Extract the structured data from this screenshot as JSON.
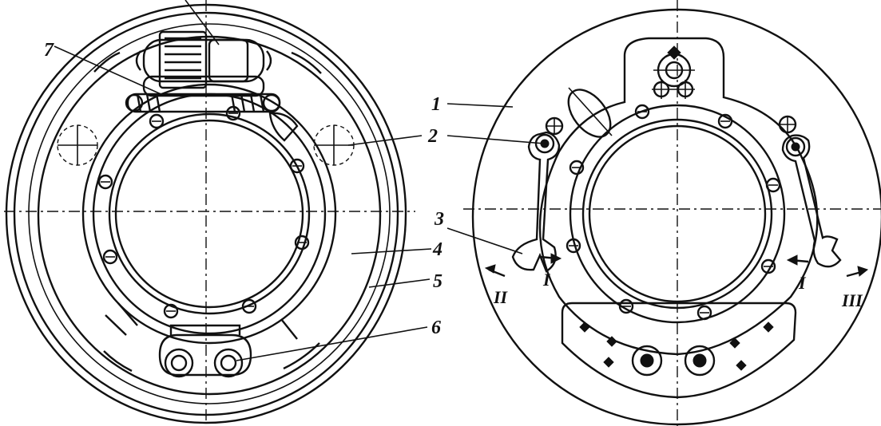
{
  "callouts": {
    "c1": "1",
    "c2": "2",
    "c3": "3",
    "c4": "4",
    "c5": "5",
    "c6": "6",
    "c7": "7"
  },
  "rotation_marks": {
    "m1": "I",
    "m2": "II",
    "m3": "III",
    "m1b": "I"
  }
}
